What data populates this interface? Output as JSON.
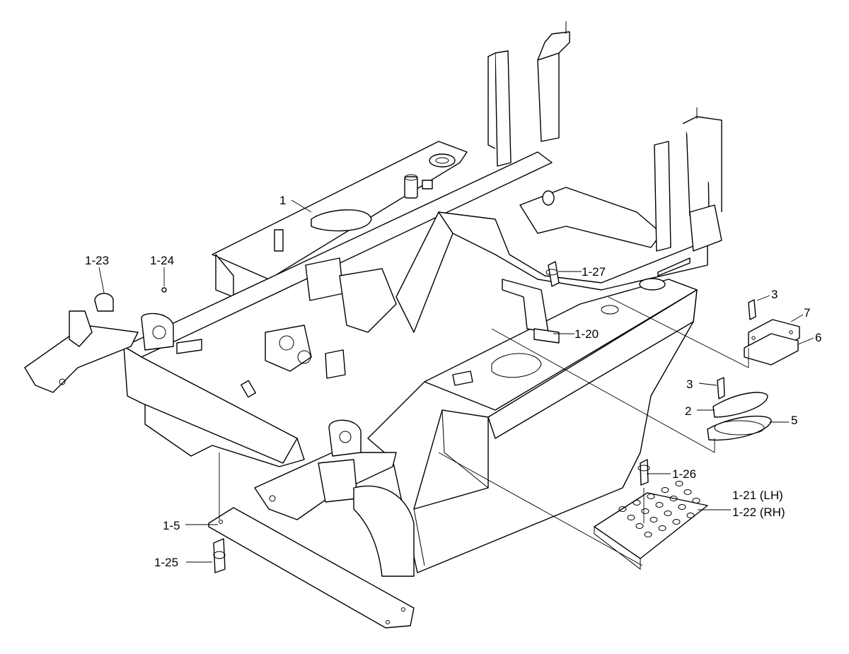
{
  "callouts": {
    "c1": "1",
    "c1_23": "1-23",
    "c1_24": "1-24",
    "c1_27": "1-27",
    "c1_20": "1-20",
    "c1_5": "1-5",
    "c1_25": "1-25",
    "c1_26": "1-26",
    "c1_21": "1-21 (LH)",
    "c1_22": "1-22 (RH)",
    "c3a": "3",
    "c7": "7",
    "c6": "6",
    "c3b": "3",
    "c2": "2",
    "c5": "5"
  }
}
